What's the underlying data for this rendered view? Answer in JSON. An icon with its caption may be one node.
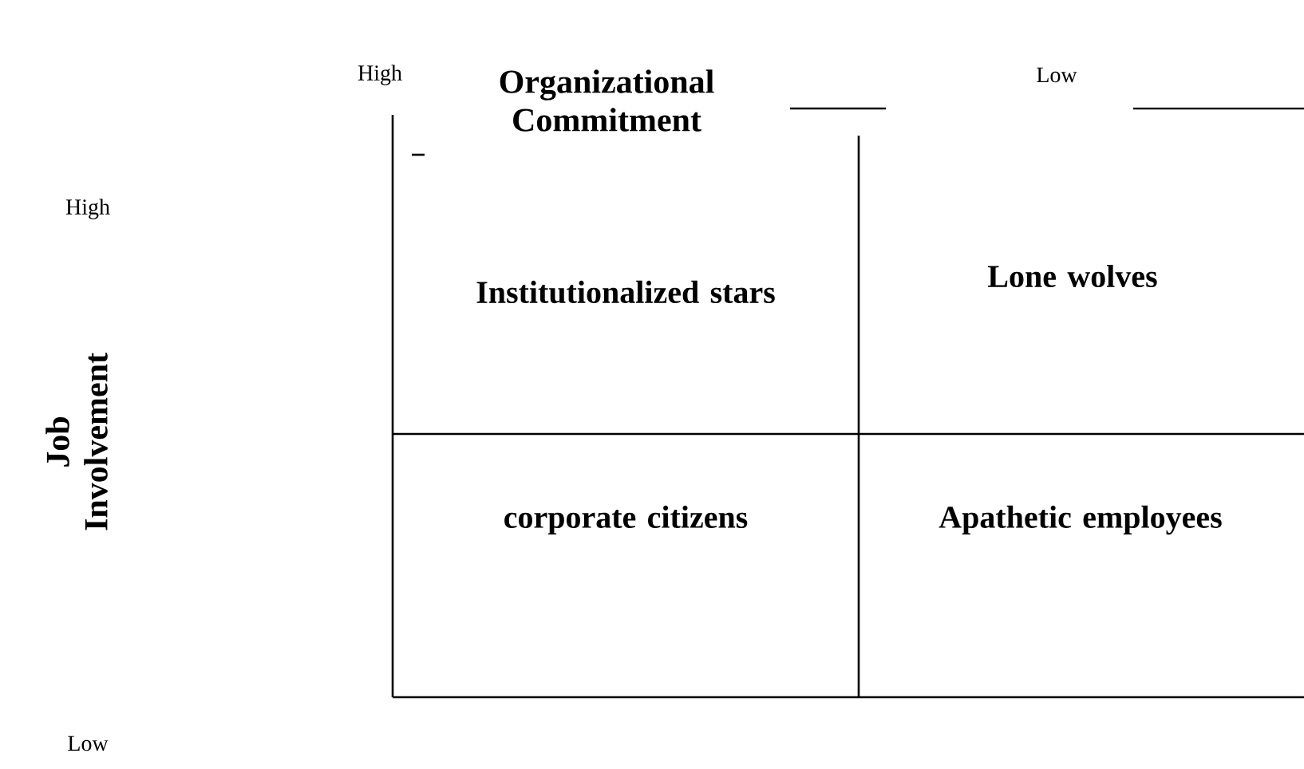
{
  "diagram": {
    "labels": [
      "High",
      "Organizational Commitment",
      "Low",
      "High",
      "Institutionalized stars",
      "Lone wolves",
      "Job Involvement",
      "corporate citizens",
      "Apathetic employees",
      "Low"
    ]
  }
}
